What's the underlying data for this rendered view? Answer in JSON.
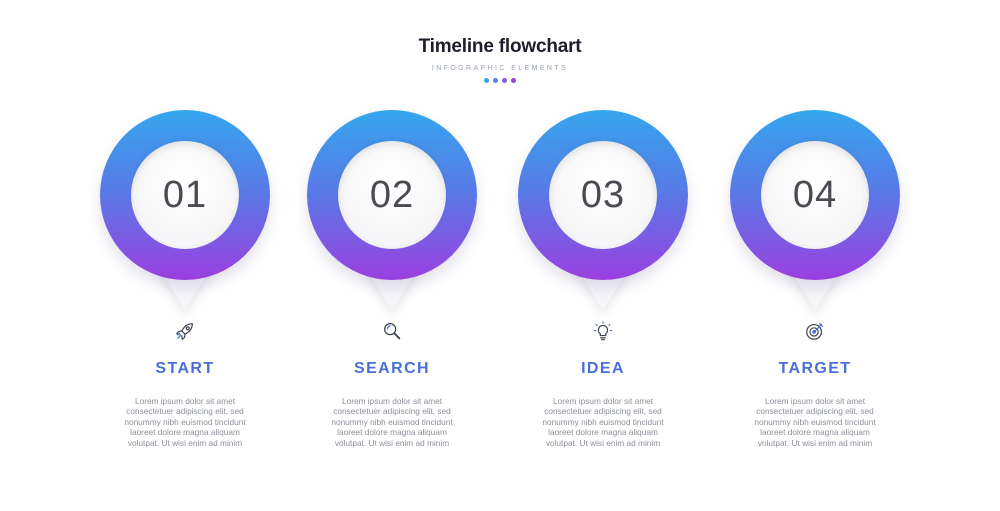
{
  "header": {
    "title": "Timeline flowchart",
    "subtitle": "INFOGRAPHIC ELEMENTS",
    "dot_colors": [
      "#3aa0ec",
      "#5a82e6",
      "#7d5fe3",
      "#9a3fdc"
    ]
  },
  "colors": {
    "ring_top": "#35a6ee",
    "ring_bottom": "#9b3fe0",
    "label": "#4a6fd8",
    "number": "#4a4a52"
  },
  "steps": [
    {
      "number": "01",
      "label": "START",
      "icon": "rocket-icon",
      "desc": [
        "Lorem ipsum dolor sit amet",
        "consectetuer adipiscing elit, sed",
        "nonummy nibh euismod tincidunt",
        "laoreet dolore magna aliquam",
        "volutpat. Ut wisi enim ad minim"
      ]
    },
    {
      "number": "02",
      "label": "SEARCH",
      "icon": "magnifier-icon",
      "desc": [
        "Lorem ipsum dolor sit amet",
        "consectetuer adipiscing elit, sed",
        "nonummy nibh euismod tincidunt",
        "laoreet dolore magna aliquam",
        "volutpat. Ut wisi enim ad minim"
      ]
    },
    {
      "number": "03",
      "label": "IDEA",
      "icon": "lightbulb-icon",
      "desc": [
        "Lorem ipsum dolor sit amet",
        "consectetuer adipiscing elit, sed",
        "nonummy nibh euismod tincidunt",
        "laoreet dolore magna aliquam",
        "volutpat. Ut wisi enim ad minim"
      ]
    },
    {
      "number": "04",
      "label": "TARGET",
      "icon": "target-icon",
      "desc": [
        "Lorem ipsum dolor sit amet",
        "consectetuer adipiscing elit, sed",
        "nonummy nibh euismod tincidunt",
        "laoreet dolore magna aliquam",
        "volutpat. Ut wisi enim ad minim"
      ]
    }
  ]
}
